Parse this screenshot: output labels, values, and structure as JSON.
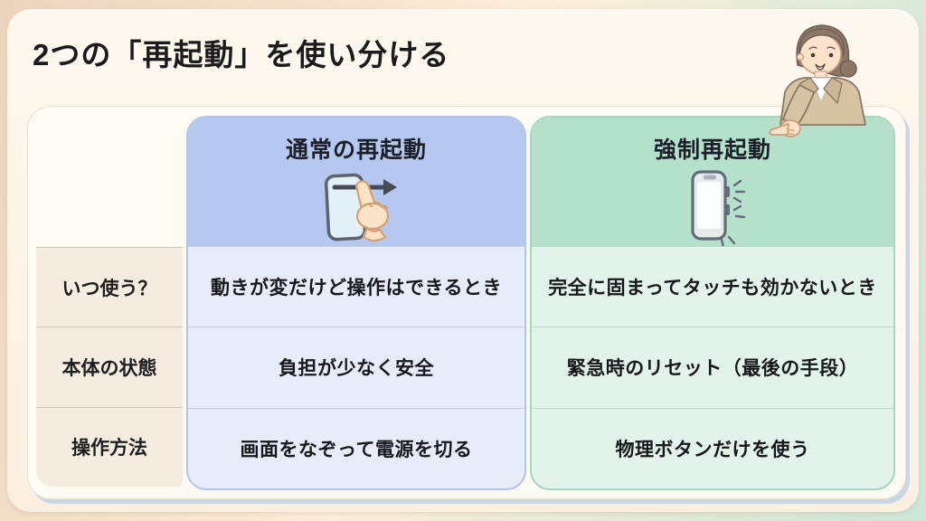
{
  "title": "2つの「再起動」を使い分ける",
  "table": {
    "row_labels": [
      "いつ使う？",
      "本体の状態",
      "操作方法"
    ],
    "columns": [
      {
        "header": "通常の再起動",
        "icon": "phone-swipe-icon",
        "accent_color": "#b5c8ef",
        "body_color": "#e6ecfa",
        "cells": [
          "動きが変だけど操作はできるとき",
          "負担が少なく安全",
          "画面をなぞって電源を切る"
        ]
      },
      {
        "header": "強制再起動",
        "icon": "phone-side-buttons-icon",
        "accent_color": "#b5e1cc",
        "body_color": "#e2f3ea",
        "cells": [
          "完全に固まってタッチも効かないとき",
          "緊急時のリセット（最後の手段）",
          "物理ボタンだけを使う"
        ]
      }
    ]
  },
  "illustration": "woman-pointing",
  "colors": {
    "background_peach": "#f6e2cc",
    "background_mint": "#cbe7d8",
    "card_cream": "#fdf8ef",
    "label_column": "#f3ecdf",
    "shadow_blue": "#c9d6e5"
  }
}
